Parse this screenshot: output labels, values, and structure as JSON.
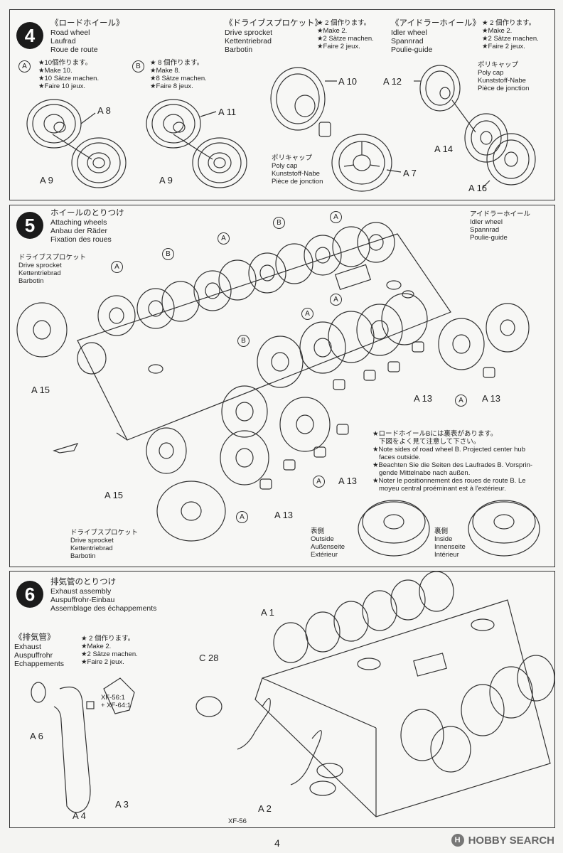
{
  "step4": {
    "number": "4",
    "roadwheel": {
      "title_jp": "《ロードホイール》",
      "en": "Road wheel",
      "de": "Laufrad",
      "fr": "Roue de route"
    },
    "variant_a": {
      "mark": "A",
      "jp": "★10個作ります。",
      "en": "★Make 10.",
      "de": "★10 Sätze machen.",
      "fr": "★Faire 10 jeux."
    },
    "variant_b": {
      "mark": "B",
      "jp": "★ 8 個作ります。",
      "en": "★Make 8.",
      "de": "★8 Sätze machen.",
      "fr": "★Faire 8 jeux."
    },
    "sprocket": {
      "title_jp": "《ドライブスプロケット》",
      "en": "Drive sprocket",
      "de": "Kettentriebrad",
      "fr": "Barbotin"
    },
    "sprocket_qty": {
      "jp": "★ 2 個作ります。",
      "en": "★Make 2.",
      "de": "★2 Sätze machen.",
      "fr": "★Faire 2 jeux."
    },
    "idler": {
      "title_jp": "《アイドラーホイール》",
      "en": "Idler wheel",
      "de": "Spannrad",
      "fr": "Poulie-guide"
    },
    "idler_qty": {
      "jp": "★ 2 個作ります。",
      "en": "★Make 2.",
      "de": "★2 Sätze machen.",
      "fr": "★Faire 2 jeux."
    },
    "polycap1": {
      "jp": "ポリキャップ",
      "en": "Poly cap",
      "de": "Kunststoff-Nabe",
      "fr": "Pièce de jonction"
    },
    "polycap2": {
      "jp": "ポリキャップ",
      "en": "Poly cap",
      "de": "Kunststoff-Nabe",
      "fr": "Pièce de jonction"
    },
    "parts": {
      "a8": "A 8",
      "a9a": "A 9",
      "a11": "A 11",
      "a9b": "A 9",
      "a10": "A 10",
      "a7": "A 7",
      "a12": "A 12",
      "a14": "A 14",
      "a16": "A 16"
    }
  },
  "step5": {
    "number": "5",
    "title": {
      "jp": "ホイールのとりつけ",
      "en": "Attaching wheels",
      "de": "Anbau der Räder",
      "fr": "Fixation des roues"
    },
    "idler": {
      "jp": "アイドラーホイール",
      "en": "Idler wheel",
      "de": "Spannrad",
      "fr": "Poulie-guide"
    },
    "sprocket_top": {
      "jp": "ドライブスプロケット",
      "en": "Drive sprocket",
      "de": "Kettentriebrad",
      "fr": "Barbotin"
    },
    "sprocket_bottom": {
      "jp": "ドライブスプロケット",
      "en": "Drive sprocket",
      "de": "Kettentriebrad",
      "fr": "Barbotin"
    },
    "note": {
      "jp1": "★ロードホイールBには裏表があります。",
      "jp2": "下図をよく見て注意して下さい。",
      "en1": "★Note sides of road wheel B. Projected center hub",
      "en2": "faces outside.",
      "de1": "★Beachten Sie die Seiten des Laufrades B. Vorsprin-",
      "de2": "gende Mittelnabe nach außen.",
      "fr1": "★Noter le positionnement des roues de route B. Le",
      "fr2": "moyeu central proéminant est à l'extérieur."
    },
    "outside": {
      "jp": "表側",
      "en": "Outside",
      "de": "Außenseite",
      "fr": "Extérieur"
    },
    "inside": {
      "jp": "裏側",
      "en": "Inside",
      "de": "Innenseite",
      "fr": "Intérieur"
    },
    "marks": {
      "a": "A",
      "b": "B"
    },
    "parts": {
      "a15a": "A 15",
      "a15b": "A 15",
      "a13a": "A 13",
      "a13b": "A 13",
      "a13c": "A 13",
      "a13d": "A 13"
    }
  },
  "step6": {
    "number": "6",
    "title": {
      "jp": "排気管のとりつけ",
      "en": "Exhaust assembly",
      "de": "Auspuffrohr-Einbau",
      "fr": "Assemblage des échappements"
    },
    "exhaust": {
      "title_jp": "《排気管》",
      "en": "Exhaust",
      "de": "Auspuffrohr",
      "fr": "Echappements"
    },
    "qty": {
      "jp": "★ 2 個作ります。",
      "en": "★Make 2.",
      "de": "★2 Sätze machen.",
      "fr": "★Faire 2 jeux."
    },
    "paint1": "XF-56:1",
    "paint2": "+ XF-64:1",
    "paint3": "XF-56",
    "parts": {
      "a6": "A 6",
      "a4": "A 4",
      "a3": "A 3",
      "c28": "C 28",
      "a1": "A 1",
      "a2": "A 2"
    }
  },
  "footer": {
    "page": "4",
    "brand": "HOBBY SEARCH",
    "logo": "H"
  }
}
